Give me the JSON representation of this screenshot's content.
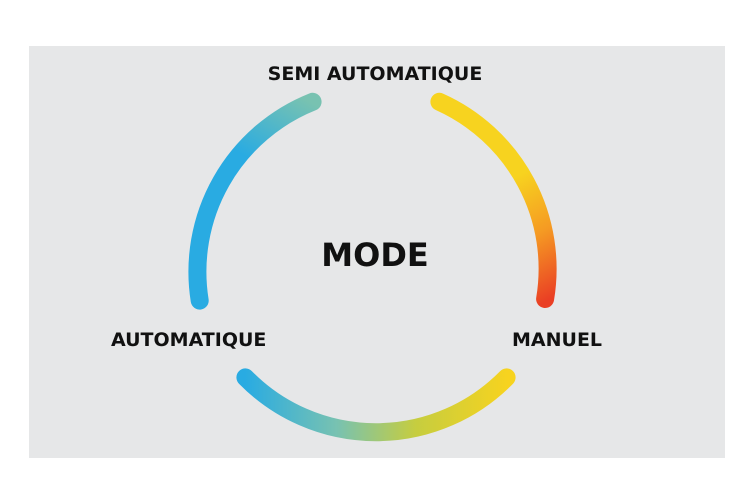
{
  "diagram": {
    "center_label": "MODE",
    "nodes": [
      {
        "id": "semi",
        "label": "SEMI AUTOMATIQUE"
      },
      {
        "id": "auto",
        "label": "AUTOMATIQUE"
      },
      {
        "id": "manuel",
        "label": "MANUEL"
      }
    ],
    "arc_colors": {
      "blue": "#29abe2",
      "teal": "#78c2b1",
      "yellow": "#f7d31f",
      "orange": "#f59a23",
      "red": "#ea3f24",
      "yellow_green": "#c6cd3f"
    }
  }
}
